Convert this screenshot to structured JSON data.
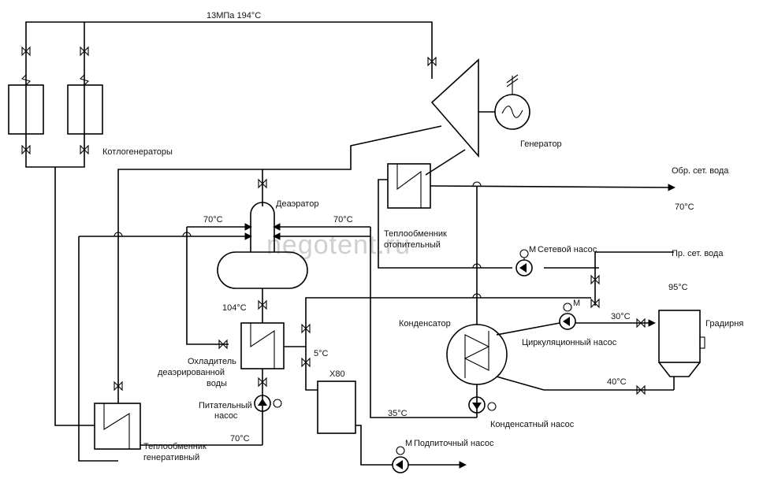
{
  "labels": {
    "top_pressure": "13МПа 194°C",
    "boilers": "Котлогенераторы",
    "generator": "Генератор",
    "deaerator": "Деаэратор",
    "temp_70_left": "70°C",
    "temp_70_right": "70°C",
    "heat_exchanger_heating": [
      "Теплообменник",
      "отопительный"
    ],
    "return_water": "Обр. сет. вода",
    "temp_return": "70°C",
    "network_pump": "Сетевой насос",
    "supply_water": "Пр. сет. вода",
    "temp_supply": "95°C",
    "temp_104": "104°C",
    "condenser": "Конденсатор",
    "circulation_pump": "Циркуляционный насос",
    "temp_30": "30°C",
    "cooling_tower": "Градирня",
    "cooler": [
      "Охладитель",
      "деаэрированной",
      "воды"
    ],
    "temp_5": "5°C",
    "x80": "Х80",
    "temp_40": "40°C",
    "feed_pump": [
      "Питательный",
      "насос"
    ],
    "temp_35": "35°C",
    "condensate_pump": "Конденсатный насос",
    "temp_70_bottom": "70°C",
    "regen_exchanger": [
      "Теплообменник",
      "генеративный"
    ],
    "makeup_pump": "Подпиточный насос",
    "motor_m": "М",
    "watermark": "negotent.ru"
  },
  "colors": {
    "line": "#000000",
    "watermark": "#cfcfcf"
  }
}
